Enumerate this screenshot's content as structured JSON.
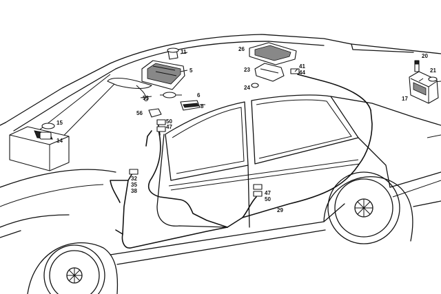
{
  "labels": {
    "l11": "11",
    "l5": "5",
    "l6": "6",
    "l53": "53",
    "l8": "8",
    "l56": "56",
    "l50a": "50",
    "l47a": "47",
    "l15": "15",
    "l14": "14",
    "l32": "32",
    "l35": "35",
    "l38": "38",
    "l26": "26",
    "l23": "23",
    "l24": "24",
    "l41": "41",
    "l44": "44",
    "l20": "20",
    "l21": "21",
    "l17": "17",
    "l47b": "47",
    "l50b": "50",
    "l29": "29"
  }
}
